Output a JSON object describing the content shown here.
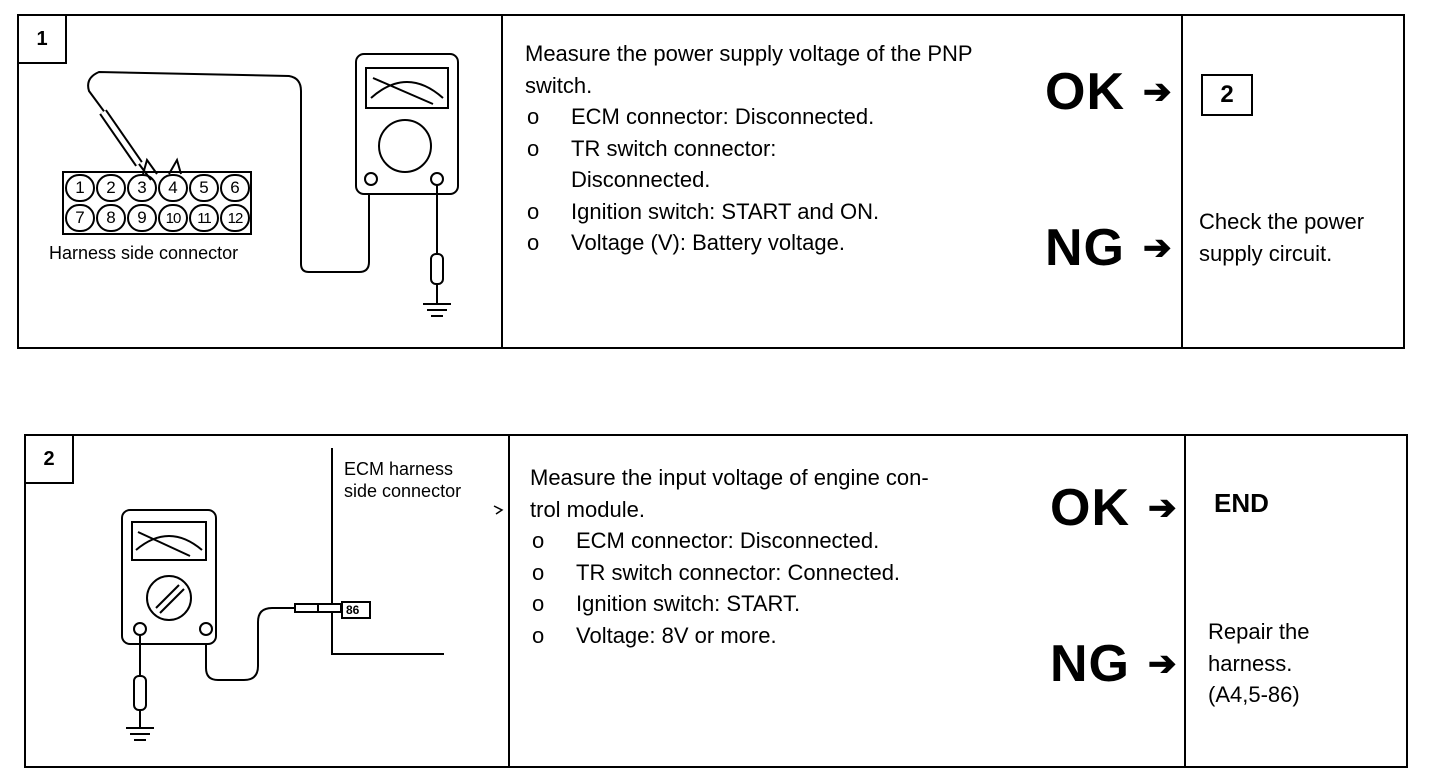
{
  "steps": [
    {
      "number": "1",
      "diagram": {
        "connector_label": "Harness side connector",
        "pins_top": [
          "1",
          "2",
          "3",
          "4",
          "5",
          "6"
        ],
        "pins_bottom": [
          "7",
          "8",
          "9",
          "10",
          "11",
          "12"
        ]
      },
      "instruction": {
        "title": "Measure the power supply voltage of the PNP switch.",
        "bullet_symbol": "o",
        "items": [
          "ECM connector: Disconnected.",
          "TR switch connector: Disconnected.",
          "Ignition switch: START and ON.",
          "Voltage (V): Battery voltage."
        ]
      },
      "ok": {
        "label": "OK",
        "arrow": "➔",
        "goto": "2"
      },
      "ng": {
        "label": "NG",
        "arrow": "➔",
        "action": "Check the power supply circuit."
      }
    },
    {
      "number": "2",
      "diagram": {
        "connector_label_line1": "ECM harness",
        "connector_label_line2": "side connector",
        "pin": "86"
      },
      "instruction": {
        "title_line1": "Measure the input voltage of engine con-",
        "title_line2": "trol module.",
        "bullet_symbol": "o",
        "items": [
          "ECM connector: Disconnected.",
          "TR switch connector: Connected.",
          "Ignition switch: START.",
          "Voltage: 8V or more."
        ]
      },
      "ok": {
        "label": "OK",
        "arrow": "➔",
        "result": "END"
      },
      "ng": {
        "label": "NG",
        "arrow": "➔",
        "action_line1": "Repair the",
        "action_line2": "harness.",
        "action_line3": "(A4,5-86)"
      }
    }
  ]
}
